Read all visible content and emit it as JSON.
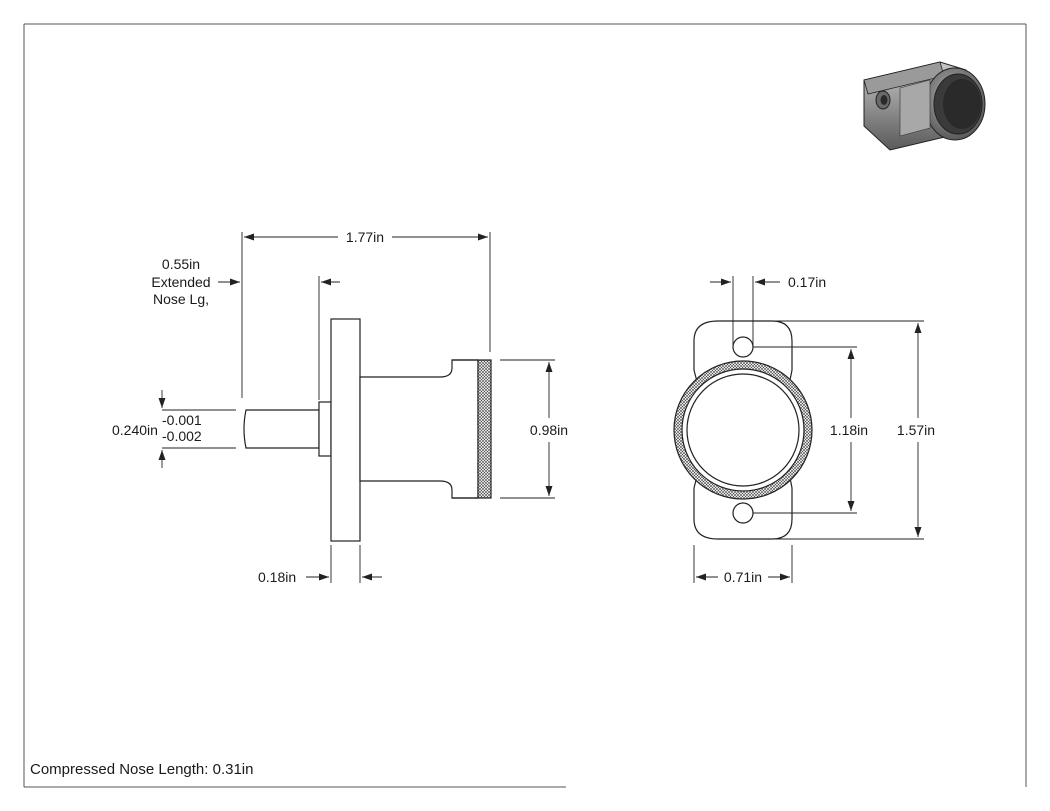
{
  "drawing": {
    "dimensions": {
      "overall_length": "1.77in",
      "extended_nose_value": "0.55in",
      "extended_nose_label_1": "Extended",
      "extended_nose_label_2": "Nose Lg,",
      "pin_diameter": "0.240in",
      "pin_tol_upper": "-0.001",
      "pin_tol_lower": "-0.002",
      "knob_diameter": "0.98in",
      "flange_thickness": "0.18in",
      "hole_diameter": "0.17in",
      "hole_spacing": "1.18in",
      "flange_height": "1.57in",
      "flange_width": "0.71in"
    },
    "note": "Compressed Nose Length: 0.31in"
  }
}
